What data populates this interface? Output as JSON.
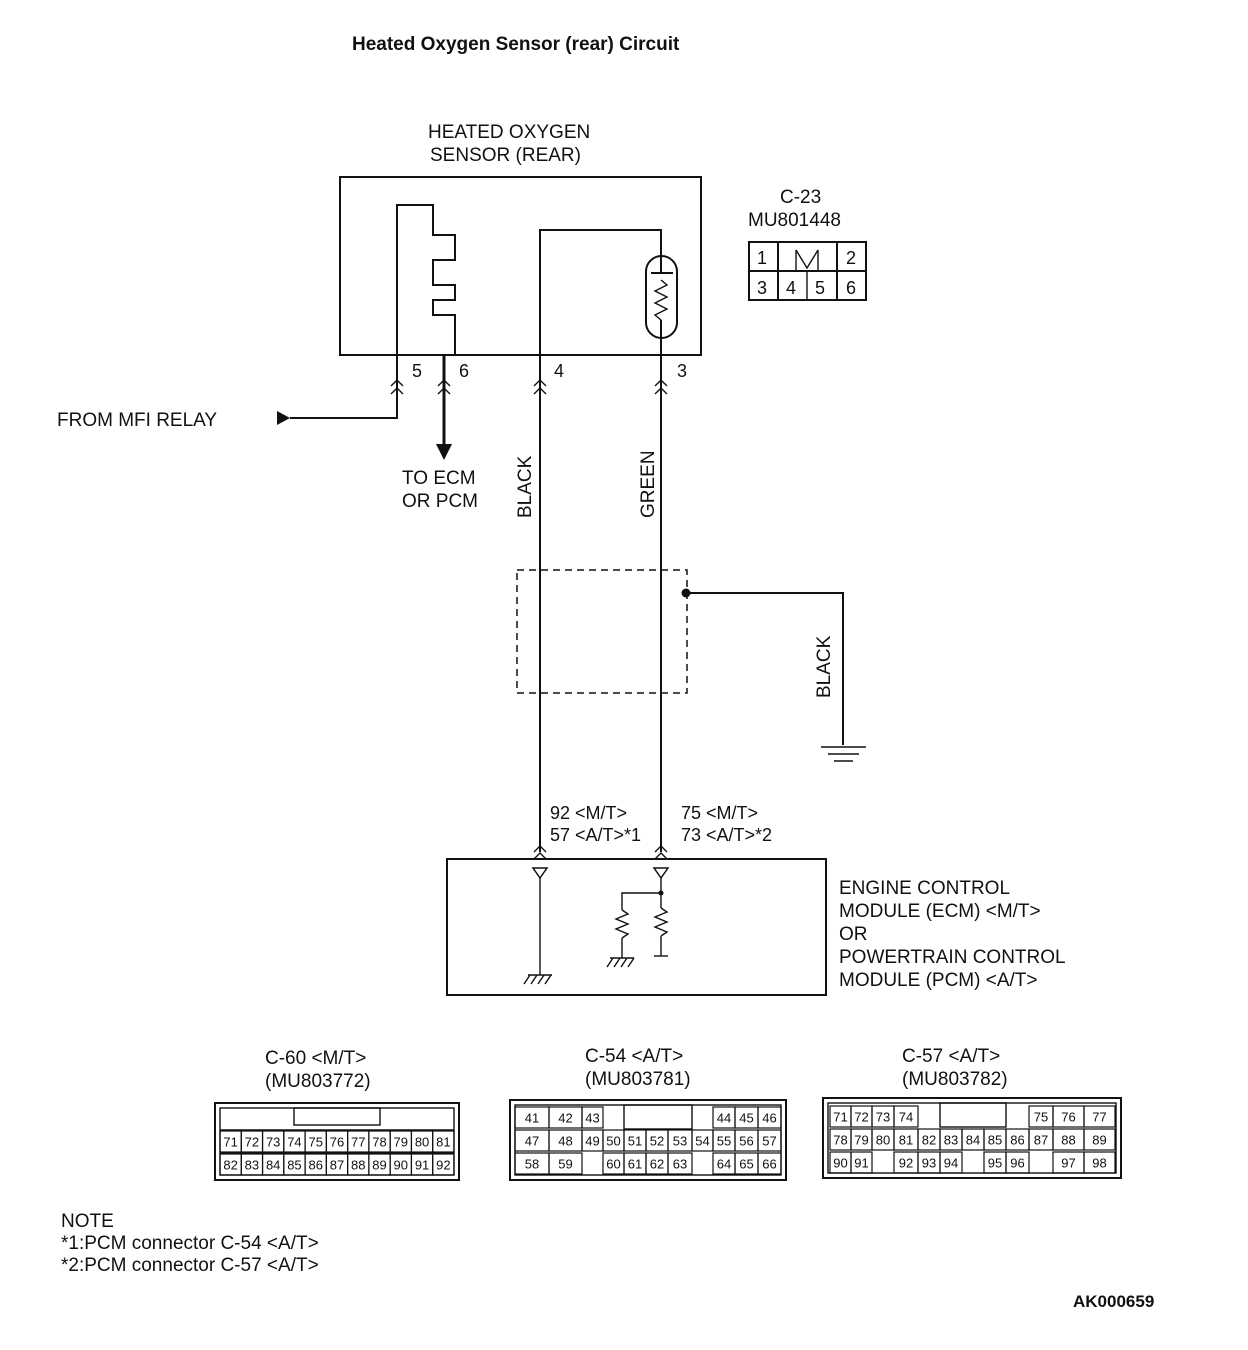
{
  "title": "Heated Oxygen Sensor (rear) Circuit",
  "sensor": {
    "line1": "HEATED OXYGEN",
    "line2": "SENSOR (REAR)"
  },
  "connector_c23": {
    "id": "C-23",
    "part": "MU801448",
    "pins": [
      "1",
      "2",
      "3",
      "4",
      "5",
      "6"
    ]
  },
  "terminals": {
    "t5": "5",
    "t6": "6",
    "t4": "4",
    "t3": "3"
  },
  "from_relay": "FROM MFI RELAY",
  "to_ecm": {
    "line1": "TO ECM",
    "line2": "OR PCM"
  },
  "wires": {
    "black": "BLACK",
    "green": "GREEN",
    "ground_black": "BLACK"
  },
  "pin_labels": {
    "left_line1": "92 <M/T>",
    "left_line2": "57 <A/T>*1",
    "right_line1": "75 <M/T>",
    "right_line2": "73 <A/T>*2"
  },
  "module": {
    "line1": "ENGINE CONTROL",
    "line2": "MODULE (ECM) <M/T>",
    "line3": "OR",
    "line4": "POWERTRAIN CONTROL",
    "line5": "MODULE (PCM) <A/T>"
  },
  "connectors": [
    {
      "name": "C-60 <M/T>",
      "part": "(MU803772)",
      "rows": [
        [
          "71",
          "72",
          "73",
          "74",
          "75",
          "76",
          "77",
          "78",
          "79",
          "80",
          "81"
        ],
        [
          "82",
          "83",
          "84",
          "85",
          "86",
          "87",
          "88",
          "89",
          "90",
          "91",
          "92"
        ]
      ]
    },
    {
      "name": "C-54 <A/T>",
      "part": "(MU803781)",
      "rows": [
        [
          "41",
          "42",
          "43",
          "44",
          "45",
          "46"
        ],
        [
          "47",
          "48",
          "49",
          "50",
          "51",
          "52",
          "53",
          "54",
          "55",
          "56",
          "57"
        ],
        [
          "58",
          "59",
          "60",
          "61",
          "62",
          "63",
          "64",
          "65",
          "66"
        ]
      ]
    },
    {
      "name": "C-57 <A/T>",
      "part": "(MU803782)",
      "rows": [
        [
          "71",
          "72",
          "73",
          "74",
          "75",
          "76",
          "77"
        ],
        [
          "78",
          "79",
          "80",
          "81",
          "82",
          "83",
          "84",
          "85",
          "86",
          "87",
          "88",
          "89"
        ],
        [
          "90",
          "91",
          "92",
          "93",
          "94",
          "95",
          "96",
          "97",
          "98"
        ]
      ]
    }
  ],
  "note": {
    "heading": "NOTE",
    "line1": "*1:PCM connector C-54 <A/T>",
    "line2": "*2:PCM connector C-57 <A/T>"
  },
  "figure_code": "AK000659"
}
